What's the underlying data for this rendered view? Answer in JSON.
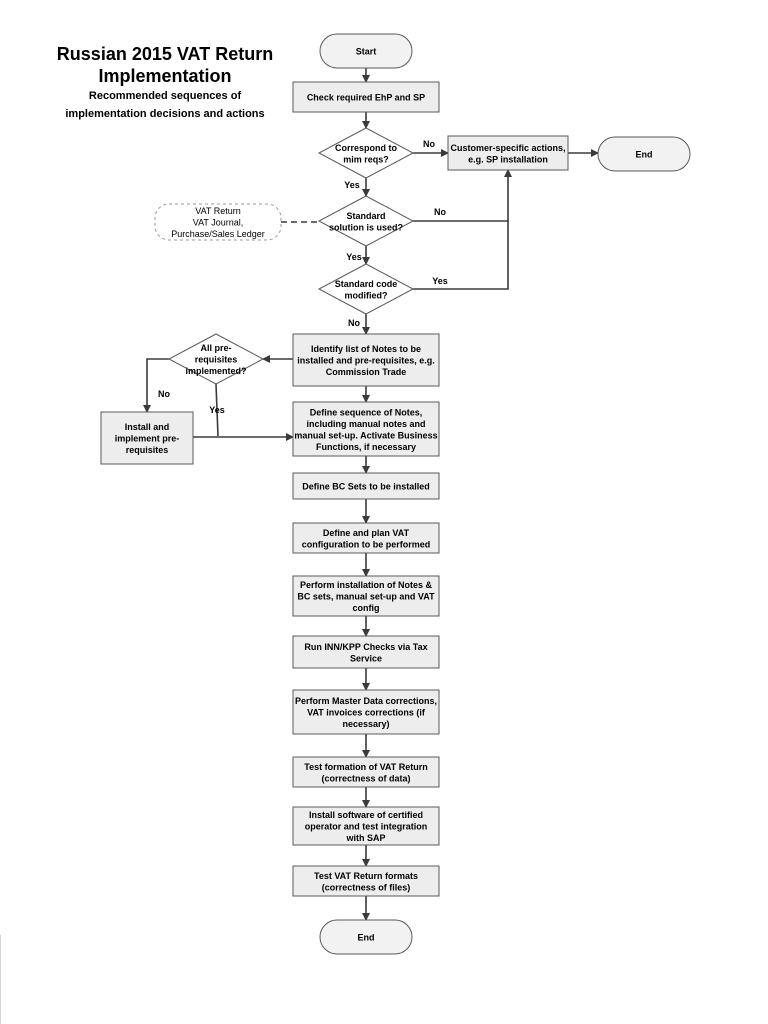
{
  "title": {
    "line1": "Russian 2015 VAT Return",
    "line2": "Implementation",
    "subtitle1": "Recommended sequences of",
    "subtitle2": "implementation decisions and actions"
  },
  "nodes": {
    "start": {
      "label": [
        "Start"
      ]
    },
    "check_ehp": {
      "label": [
        "Check required EhP and SP"
      ]
    },
    "correspond": {
      "label": [
        "Correspond to",
        "mim reqs?"
      ]
    },
    "customer_specific": {
      "label": [
        "Customer-specific actions,",
        "e.g. SP installation"
      ]
    },
    "end_top": {
      "label": [
        "End"
      ]
    },
    "vat_note": {
      "label": [
        "VAT Return",
        "VAT Journal,",
        "Purchase/Sales Ledger"
      ]
    },
    "standard_solution": {
      "label": [
        "Standard",
        "solution is used?"
      ]
    },
    "code_modified": {
      "label": [
        "Standard code",
        "modified?"
      ]
    },
    "identify_notes": {
      "label": [
        "Identify list of Notes to be",
        "installed and pre-requisites, e.g.",
        "Commission Trade"
      ]
    },
    "all_prereq": {
      "label": [
        "All pre-",
        "requisites",
        "implemented?"
      ]
    },
    "install_prereq": {
      "label": [
        "Install and",
        "implement pre-",
        "requisites"
      ]
    },
    "define_sequence": {
      "label": [
        "Define sequence of Notes,",
        "including manual notes and",
        "manual set-up. Activate Business",
        "Functions, if necessary"
      ]
    },
    "define_bc": {
      "label": [
        "Define BC Sets to be installed"
      ]
    },
    "define_plan_vat": {
      "label": [
        "Define and plan VAT",
        "configuration to be performed"
      ]
    },
    "perform_install": {
      "label": [
        "Perform installation of Notes &",
        "BC sets, manual set-up and VAT",
        "config"
      ]
    },
    "run_inn": {
      "label": [
        "Run INN/KPP Checks via Tax",
        "Service"
      ]
    },
    "master_data": {
      "label": [
        "Perform Master Data corrections,",
        "VAT invoices corrections (if",
        "necessary)"
      ]
    },
    "test_formation": {
      "label": [
        "Test formation of VAT Return",
        "(correctness of data)"
      ]
    },
    "install_software": {
      "label": [
        "Install software of certified",
        "operator and test integration",
        "with SAP"
      ]
    },
    "test_formats": {
      "label": [
        "Test VAT Return formats",
        "(correctness of files)"
      ]
    },
    "end_bottom": {
      "label": [
        "End"
      ]
    }
  },
  "edge_labels": {
    "correspond_no": "No",
    "correspond_yes": "Yes",
    "standard_no": "No",
    "standard_yes": "Yes",
    "modified_yes": "Yes",
    "modified_no": "No",
    "prereq_no": "No",
    "prereq_yes": "Yes"
  },
  "colors": {
    "box_fill": "#ededed",
    "terminator_fill": "#f2f2f2",
    "decision_fill": "#ffffff",
    "stroke": "#5a5a5a",
    "arrow": "#3a3a3a",
    "text": "#000000"
  }
}
